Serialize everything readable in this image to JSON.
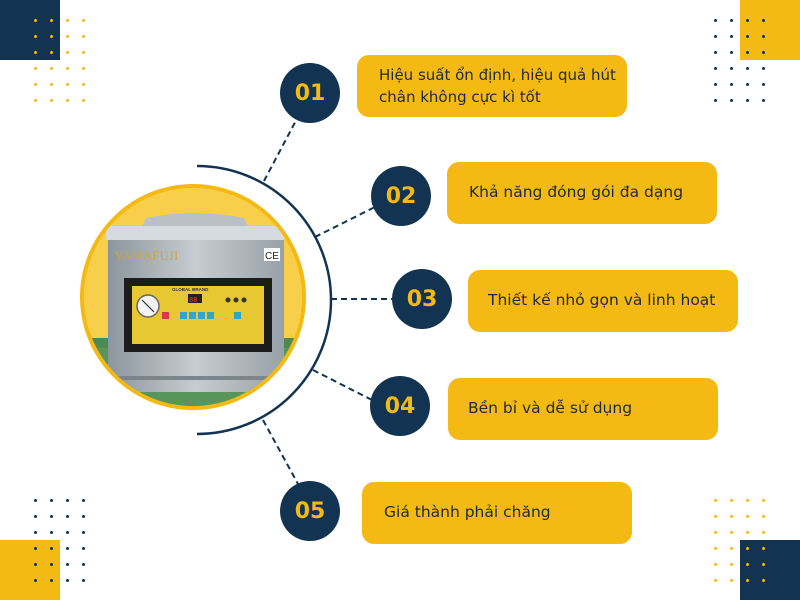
{
  "colors": {
    "navy": "#123452",
    "yellow": "#f4b912",
    "text": "#1e2a36",
    "background": "#ffffff"
  },
  "product": {
    "brand_label": "YAMAFUJI",
    "certification_mark": "CE",
    "panel_label": "GLOBAL BRAND",
    "display_value": "88"
  },
  "features": [
    {
      "number": "01",
      "text": "Hiệu suất ổn định, hiệu quả hút chân không cực kì tốt"
    },
    {
      "number": "02",
      "text": "Khả năng đóng gói đa dạng"
    },
    {
      "number": "03",
      "text": "Thiết kế nhỏ gọn và linh hoạt"
    },
    {
      "number": "04",
      "text": "Bền bỉ và dễ sử dụng"
    },
    {
      "number": "05",
      "text": "Giá thành phải chăng"
    }
  ]
}
